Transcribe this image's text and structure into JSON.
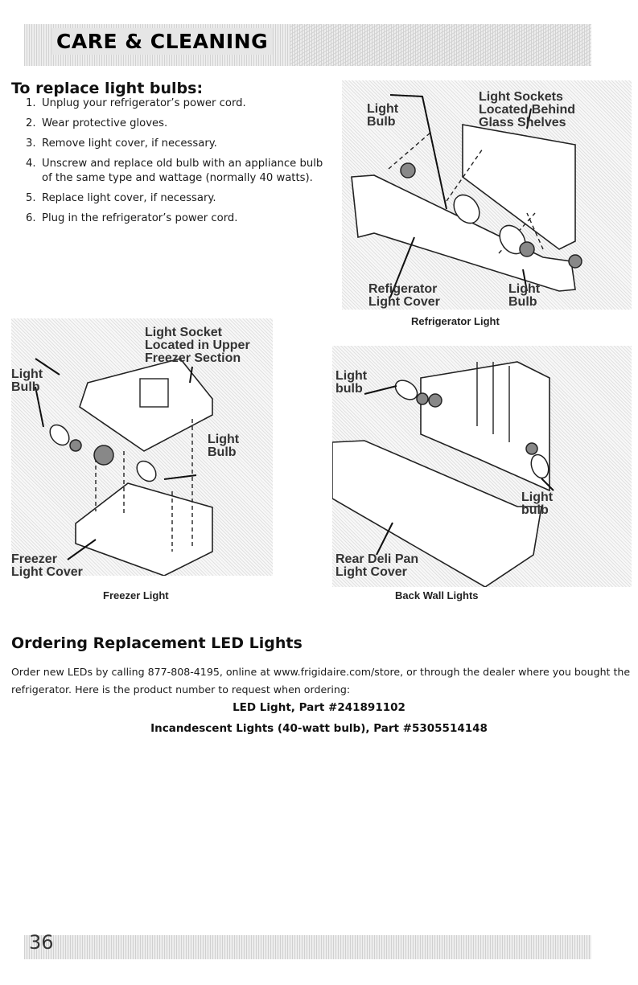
{
  "header": {
    "section_title": "CARE & CLEANING"
  },
  "replace": {
    "heading": "To replace light bulbs:",
    "steps": [
      {
        "num": "1.",
        "text": "Unplug your refrigerator’s power cord."
      },
      {
        "num": "2.",
        "text": "Wear protective gloves."
      },
      {
        "num": "3.",
        "text": "Remove light cover, if necessary."
      },
      {
        "num": "4.",
        "text": "Unscrew and replace old bulb with an appliance bulb of the same type and wattage (normally 40 watts)."
      },
      {
        "num": "5.",
        "text": "Replace light cover, if necessary."
      },
      {
        "num": "6.",
        "text": "Plug in the refrigerator’s power cord."
      }
    ]
  },
  "fig_refrigerator": {
    "label_light_bulb_top_1": "Light",
    "label_light_bulb_top_2": "Bulb",
    "label_sockets_1": "Light Sockets",
    "label_sockets_2": "Located Behind",
    "label_sockets_3": "Glass Shelves",
    "label_cover_1": "Refigerator",
    "label_cover_2": "Light Cover",
    "label_bulb_bottom_1": "Light",
    "label_bulb_bottom_2": "Bulb",
    "caption": "Refrigerator Light"
  },
  "fig_freezer": {
    "label_socket_1": "Light Socket",
    "label_socket_2": "Located in Upper",
    "label_socket_3": "Freezer Section",
    "label_bulb_left_1": "Light",
    "label_bulb_left_2": "Bulb",
    "label_bulb_right_1": "Light",
    "label_bulb_right_2": "Bulb",
    "label_cover_1": "Freezer",
    "label_cover_2": "Light Cover",
    "caption": "Freezer Light"
  },
  "fig_backwall": {
    "label_bulb_top_1": "Light",
    "label_bulb_top_2": "bulb",
    "label_bulb_right_1": "Light",
    "label_bulb_right_2": "bulb",
    "label_cover_1": "Rear Deli Pan",
    "label_cover_2": "Light Cover",
    "caption": "Back Wall Lights"
  },
  "ordering": {
    "heading": "Ordering Replacement LED Lights",
    "paragraph": "Order new LEDs by calling 877-808-4195, online at www.frigidaire.com/store, or through the dealer where you bought the refrigerator.  Here is the product number to request when ordering:",
    "part_led": "LED Light, Part #241891102",
    "part_incandescent": "Incandescent Lights (40-watt bulb), Part #5305514148"
  },
  "footer": {
    "page_number": "36"
  }
}
